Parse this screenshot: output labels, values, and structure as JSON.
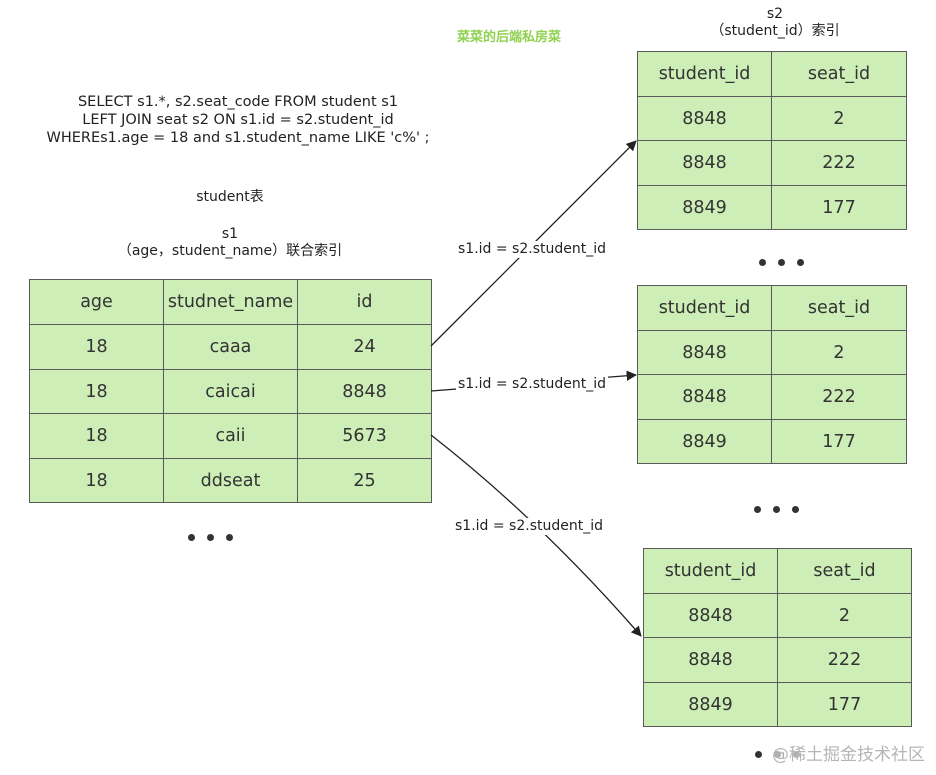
{
  "watermark_top": "菜菜的后端私房菜",
  "watermark_bottom": "@稀土掘金技术社区",
  "sql": {
    "line1": "SELECT s1.*, s2.seat_code FROM student s1",
    "line2": "LEFT JOIN seat s2 ON s1.id = s2.student_id",
    "line3": "WHEREs1.age = 18 and s1.student_name LIKE 'c%' ;"
  },
  "s1": {
    "table_label": "student表",
    "alias": "s1",
    "index_label": "（age，student_name）联合索引",
    "headers": [
      "age",
      "studnet_name",
      "id"
    ],
    "rows": [
      [
        "18",
        "caaa",
        "24"
      ],
      [
        "18",
        "caicai",
        "8848"
      ],
      [
        "18",
        "caii",
        "5673"
      ],
      [
        "18",
        "ddseat",
        "25"
      ]
    ]
  },
  "s2": {
    "alias": "s2",
    "index_label": "（student_id）索引",
    "headers": [
      "student_id",
      "seat_id"
    ],
    "tables": [
      {
        "rows": [
          [
            "8848",
            "2"
          ],
          [
            "8848",
            "222"
          ],
          [
            "8849",
            "177"
          ]
        ]
      },
      {
        "rows": [
          [
            "8848",
            "2"
          ],
          [
            "8848",
            "222"
          ],
          [
            "8849",
            "177"
          ]
        ]
      },
      {
        "rows": [
          [
            "8848",
            "2"
          ],
          [
            "8848",
            "222"
          ],
          [
            "8849",
            "177"
          ]
        ]
      }
    ]
  },
  "join_labels": [
    "s1.id = s2.student_id",
    "s1.id = s2.student_id",
    "s1.id = s2.student_id"
  ]
}
